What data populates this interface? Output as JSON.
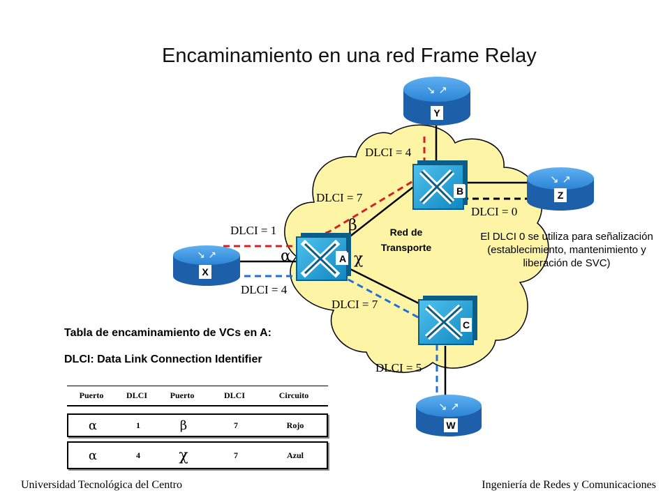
{
  "title": "Encaminamiento en una red Frame Relay",
  "network": {
    "cloud_label_line1": "Red de",
    "cloud_label_line2": "Transporte",
    "switches": [
      {
        "id": "A",
        "label": "A"
      },
      {
        "id": "B",
        "label": "B"
      },
      {
        "id": "C",
        "label": "C"
      }
    ],
    "routers": [
      {
        "id": "X",
        "label": "X"
      },
      {
        "id": "Y",
        "label": "Y"
      },
      {
        "id": "Z",
        "label": "Z"
      },
      {
        "id": "W",
        "label": "W"
      }
    ],
    "port_labels": {
      "alpha": "α",
      "beta": "β",
      "chi": "χ"
    },
    "dlci_labels": {
      "x_red": "DLCI = 1",
      "x_blue": "DLCI = 4",
      "a_b": "DLCI = 7",
      "b_y": "DLCI = 4",
      "b_z": "DLCI = 0",
      "a_c": "DLCI = 7",
      "c_w": "DLCI = 5"
    },
    "colors": {
      "red_vc": "#d62020",
      "blue_vc": "#1f6fd6",
      "cloud": "#fdf4a6",
      "switch": "#1a9fd6",
      "router": "#2b84d6"
    }
  },
  "note": "El DLCI 0 se utiliza para señalización (establecimiento, mantenimiento y liberación de SVC)",
  "table": {
    "title": "Tabla de encaminamiento de VCs en A:",
    "acronym": "DLCI: Data Link Connection Identifier",
    "headers": [
      "Puerto",
      "DLCI",
      "Puerto",
      "DLCI",
      "Circuito"
    ],
    "rows": [
      [
        "α",
        "1",
        "β",
        "7",
        "Rojo"
      ],
      [
        "α",
        "4",
        "χ",
        "7",
        "Azul"
      ]
    ]
  },
  "footer": {
    "left": "Universidad Tecnológica del Centro",
    "right": "Ingeniería de Redes y Comunicaciones"
  }
}
